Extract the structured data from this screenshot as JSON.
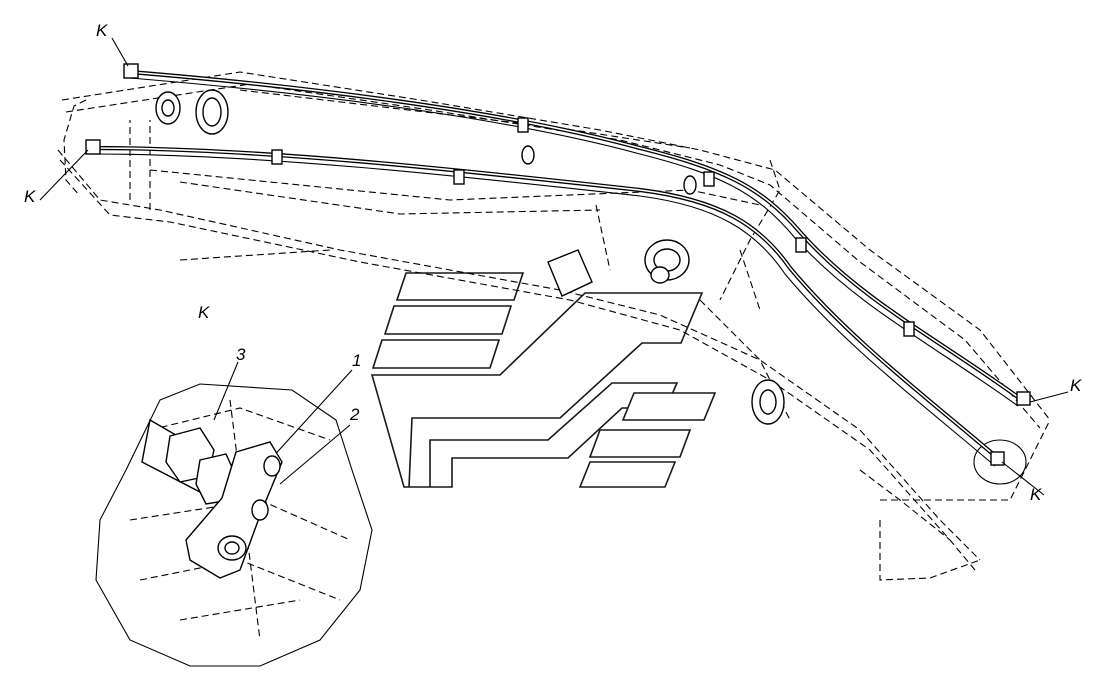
{
  "labels": {
    "k_top_left": "K",
    "k_left": "K",
    "k_right_upper": "K",
    "k_right_lower": "K",
    "detail_title": "K",
    "callout_1": "1",
    "callout_2": "2",
    "callout_3": "3"
  }
}
